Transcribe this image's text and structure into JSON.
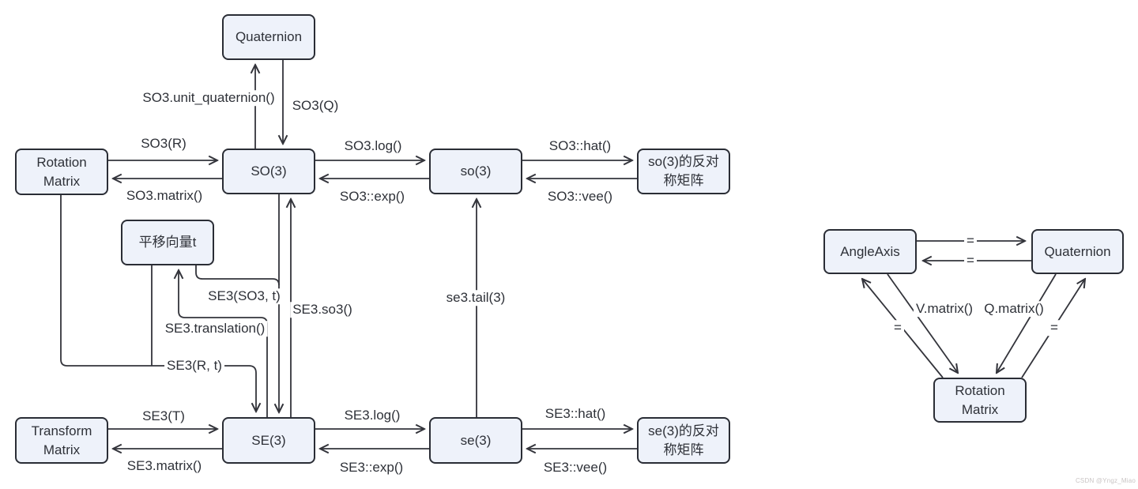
{
  "colors": {
    "node_fill": "#eef2fa",
    "node_border": "#2a2d35",
    "line": "#33343b",
    "text": "#2e3138",
    "watermark": "#c9c4c4"
  },
  "left": {
    "nodes": {
      "quaternion": {
        "label": "Quaternion"
      },
      "rotation_matrix": {
        "label": "Rotation Matrix"
      },
      "so3_group": {
        "label": "SO(3)"
      },
      "so3_algebra": {
        "label": "so(3)"
      },
      "so3_skew": {
        "label": "so(3)的反对称矩阵"
      },
      "translation": {
        "label": "平移向量t"
      },
      "transform_matrix": {
        "label": "Transform Matrix"
      },
      "se3_group": {
        "label": "SE(3)"
      },
      "se3_algebra": {
        "label": "se(3)"
      },
      "se3_skew": {
        "label": "se(3)的反对称矩阵"
      }
    },
    "edge_labels": {
      "unit_quaternion": "SO3.unit_quaternion()",
      "so3_q": "SO3(Q)",
      "so3_r": "SO3(R)",
      "so3_matrix": "SO3.matrix()",
      "so3_log": "SO3.log()",
      "so3_exp": "SO3::exp()",
      "so3_hat": "SO3::hat()",
      "so3_vee": "SO3::vee()",
      "se3_so3_t": "SE3(SO3, t)",
      "se3_so3": "SE3.so3()",
      "se3_translation": "SE3.translation()",
      "se3_r_t": "SE3(R, t)",
      "se3_tail": "se3.tail(3)",
      "se3_t": "SE3(T)",
      "se3_matrix": "SE3.matrix()",
      "se3_log": "SE3.log()",
      "se3_exp": "SE3::exp()",
      "se3_hat": "SE3::hat()",
      "se3_vee": "SE3::vee()"
    }
  },
  "right": {
    "nodes": {
      "angle_axis": {
        "label": "AngleAxis"
      },
      "quaternion": {
        "label": "Quaternion"
      },
      "rotation_matrix": {
        "label": "Rotation Matrix"
      }
    },
    "edge_labels": {
      "eq_top": "=",
      "eq_bottom": "=",
      "eq_left": "=",
      "eq_right": "=",
      "v_matrix": "V.matrix()",
      "q_matrix": "Q.matrix()"
    }
  },
  "watermark": "CSDN @Yngz_Miao"
}
